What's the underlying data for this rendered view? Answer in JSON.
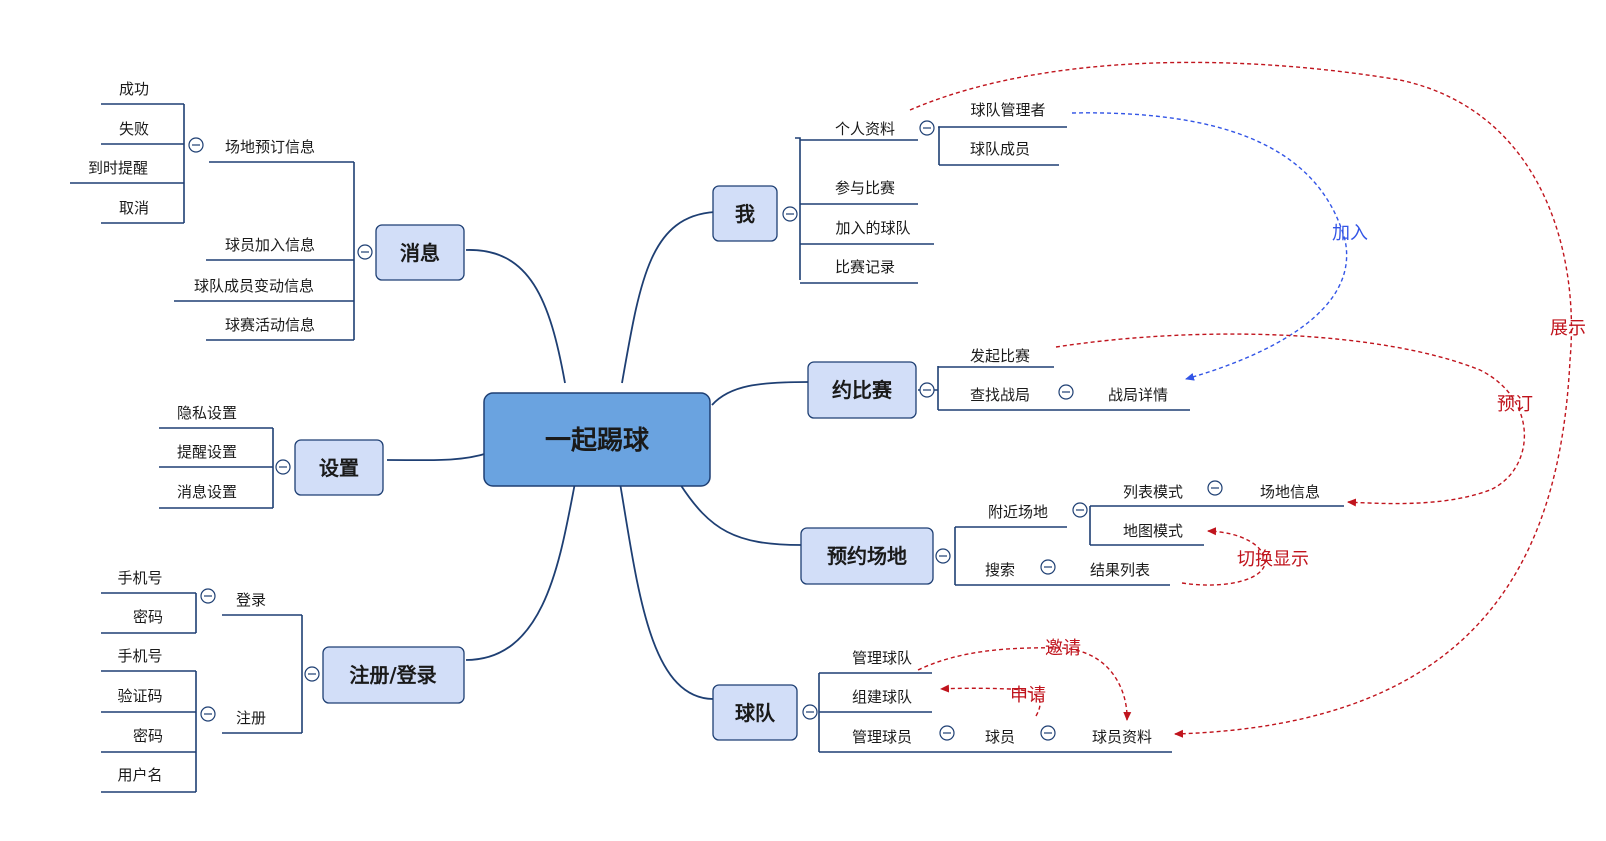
{
  "colors": {
    "branch_line": "#1e3f73",
    "node_fill": "#d2def8",
    "root_fill": "#6aa3e0",
    "relation_red": "#c0141d",
    "relation_blue": "#3355e6"
  },
  "mindmap": {
    "root": "一起踢球",
    "branches": {
      "me": {
        "label": "我",
        "profile": "个人资料",
        "team_manager": "球队管理者",
        "team_member": "球队成员",
        "join_match": "参与比赛",
        "joined_teams": "加入的球队",
        "match_record": "比赛记录"
      },
      "match": {
        "label": "约比赛",
        "start_match": "发起比赛",
        "find_match": "查找战局",
        "match_detail": "战局详情"
      },
      "venue": {
        "label": "预约场地",
        "nearby": "附近场地",
        "list_mode": "列表模式",
        "venue_info": "场地信息",
        "map_mode": "地图模式",
        "search": "搜索",
        "result_list": "结果列表"
      },
      "team": {
        "label": "球队",
        "manage_team": "管理球队",
        "create_team": "组建球队",
        "manage_players": "管理球员",
        "player": "球员",
        "player_profile": "球员资料"
      },
      "message": {
        "label": "消息",
        "booking_info": "场地预订信息",
        "success": "成功",
        "fail": "失败",
        "reminder": "到时提醒",
        "cancel": "取消",
        "player_join": "球员加入信息",
        "member_change": "球队成员变动信息",
        "game_activity": "球赛活动信息"
      },
      "settings": {
        "label": "设置",
        "privacy": "隐私设置",
        "reminder": "提醒设置",
        "message": "消息设置"
      },
      "auth": {
        "label": "注册/登录",
        "login": "登录",
        "login_phone": "手机号",
        "login_password": "密码",
        "register": "注册",
        "reg_phone": "手机号",
        "reg_code": "验证码",
        "reg_password": "密码",
        "reg_username": "用户名"
      }
    },
    "relations": {
      "join": "加入",
      "show": "展示",
      "book": "预订",
      "toggle_display": "切换显示",
      "invite": "邀请",
      "apply": "申请"
    }
  }
}
